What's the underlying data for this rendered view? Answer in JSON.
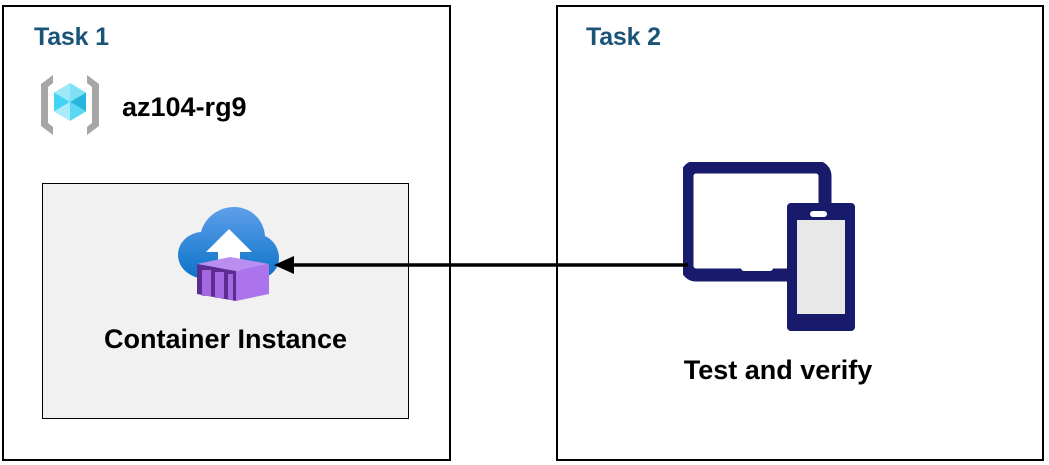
{
  "diagram": {
    "title": "Azure Container Instance task diagram",
    "background": "#ffffff",
    "border_color": "#000000",
    "heading_color": "#1b5479",
    "arrow_color": "#000000"
  },
  "panels": [
    {
      "id": "task1",
      "title": "Task 1",
      "resource_group": {
        "icon": "resource-group-icon",
        "label": "az104-rg9"
      },
      "inner_box": {
        "fill": "#f1f1f1",
        "icon": "container-instance-icon",
        "label": "Container Instance"
      }
    },
    {
      "id": "task2",
      "title": "Task 2",
      "icon": "devices-tablet-phone-icon",
      "label": "Test and verify"
    }
  ],
  "connector": {
    "name": "arrow-task2-to-task1",
    "direction": "right-to-left",
    "color": "#000000"
  },
  "colors": {
    "heading_blue": "#1b5479",
    "cube_light": "#9ce8f9",
    "cube_mid": "#43d3f5",
    "cube_dark": "#29b6dd",
    "bracket_gray": "#a6a6a6",
    "cloud_top": "#5a9ae8",
    "cloud_bottom": "#0f7cd4",
    "container_light": "#b07ce8",
    "container_mid": "#9a63d8",
    "container_dark": "#5b2d91",
    "device_navy": "#181a6b",
    "phone_screen": "#e8e8e8",
    "box_fill": "#f1f1f1"
  }
}
